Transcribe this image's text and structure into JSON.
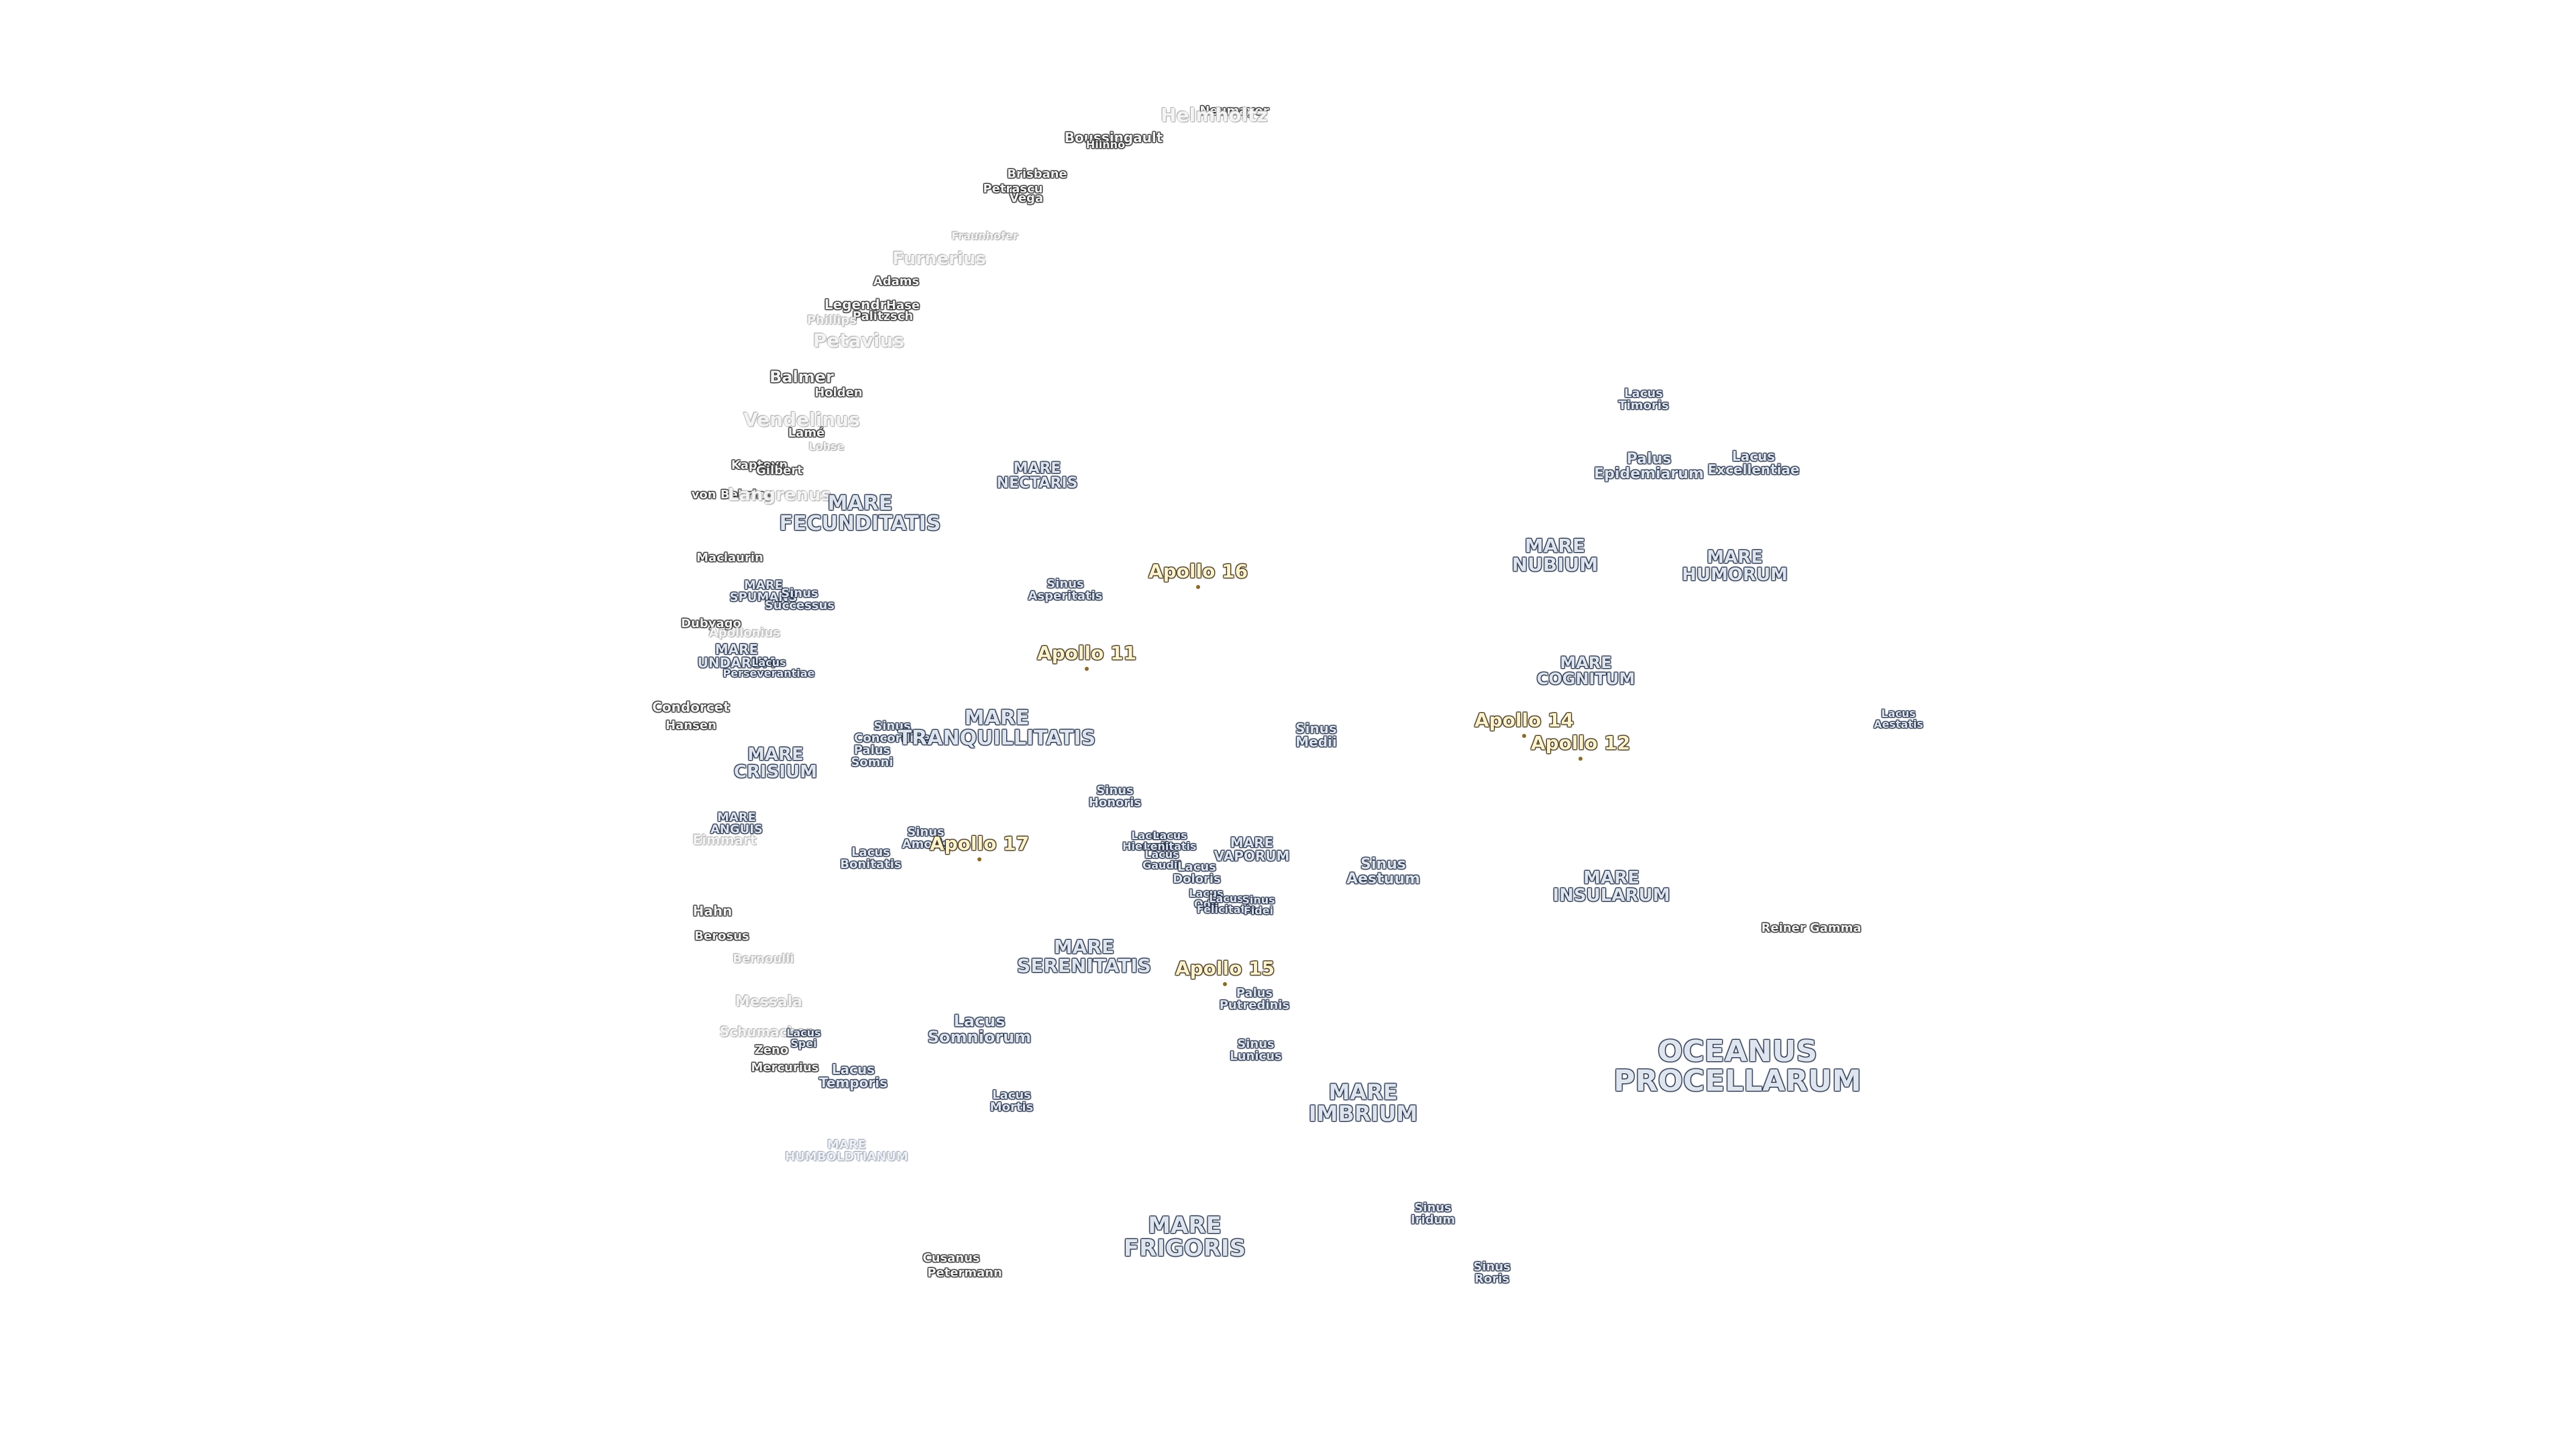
{
  "labels": [
    {
      "text": "Neumayer",
      "kind": "crater"
    },
    {
      "text": "Helmholtz",
      "kind": "crater-faint"
    },
    {
      "text": "Boussingault",
      "kind": "crater"
    },
    {
      "text": "Hiinno",
      "kind": "crater"
    },
    {
      "text": "Brisbane",
      "kind": "crater"
    },
    {
      "text": "Petrascu",
      "kind": "crater"
    },
    {
      "text": "Vega",
      "kind": "crater"
    },
    {
      "text": "Fraunhofer",
      "kind": "crater-faint"
    },
    {
      "text": "Furnerius",
      "kind": "crater-faint"
    },
    {
      "text": "Adams",
      "kind": "crater"
    },
    {
      "text": "Legendre",
      "kind": "crater"
    },
    {
      "text": "Hase",
      "kind": "crater"
    },
    {
      "text": "Palitzsch",
      "kind": "crater"
    },
    {
      "text": "Phillips",
      "kind": "crater-faint"
    },
    {
      "text": "Petavius",
      "kind": "crater-faint"
    },
    {
      "text": "Balmer",
      "kind": "crater"
    },
    {
      "text": "Holden",
      "kind": "crater"
    },
    {
      "text": "Vendelinus",
      "kind": "crater-faint"
    },
    {
      "text": "Lamé",
      "kind": "crater"
    },
    {
      "text": "Lohse",
      "kind": "crater-faint"
    },
    {
      "text": "Kapteyn",
      "kind": "crater"
    },
    {
      "text": "Gilbert",
      "kind": "crater"
    },
    {
      "text": "von Behring",
      "kind": "crater"
    },
    {
      "text": "Langrenus",
      "kind": "crater-faint"
    },
    {
      "text": "Maclaurin",
      "kind": "crater"
    },
    {
      "text": "Dubyago",
      "kind": "crater"
    },
    {
      "text": "Apollonius",
      "kind": "crater-faint"
    },
    {
      "text": "Condorcet",
      "kind": "crater"
    },
    {
      "text": "Hansen",
      "kind": "crater"
    },
    {
      "text": "Eimmart",
      "kind": "crater-faint"
    },
    {
      "text": "Hahn",
      "kind": "crater"
    },
    {
      "text": "Berosus",
      "kind": "crater"
    },
    {
      "text": "Bernoulli",
      "kind": "crater-faint"
    },
    {
      "text": "Messala",
      "kind": "crater-faint"
    },
    {
      "text": "Schumacher",
      "kind": "crater-faint"
    },
    {
      "text": "Zeno",
      "kind": "crater"
    },
    {
      "text": "Mercurius",
      "kind": "crater"
    },
    {
      "text": "Cusanus",
      "kind": "crater"
    },
    {
      "text": "Petermann",
      "kind": "crater"
    },
    {
      "text": "Reiner Gamma",
      "kind": "crater"
    },
    {
      "text": "MARE\nFECUNDITATIS",
      "kind": "feature"
    },
    {
      "text": "MARE\nNECTARIS",
      "kind": "feature"
    },
    {
      "text": "MARE\nSPUMANS",
      "kind": "feature"
    },
    {
      "text": "Sinus\nSuccessus",
      "kind": "feature"
    },
    {
      "text": "MARE\nUNDARUM",
      "kind": "feature"
    },
    {
      "text": "Lacus\nPerseverantiae",
      "kind": "feature"
    },
    {
      "text": "MARE\nCRISIUM",
      "kind": "feature"
    },
    {
      "text": "Sinus\nConcordiae",
      "kind": "feature"
    },
    {
      "text": "Palus\nSomni",
      "kind": "feature"
    },
    {
      "text": "MARE\nTRANQUILLITATIS",
      "kind": "feature"
    },
    {
      "text": "Sinus\nAsperitatis",
      "kind": "feature"
    },
    {
      "text": "MARE\nANGUIS",
      "kind": "feature"
    },
    {
      "text": "Lacus\nBonitatis",
      "kind": "feature"
    },
    {
      "text": "Sinus\nAmoris",
      "kind": "feature"
    },
    {
      "text": "Sinus\nHonoris",
      "kind": "feature"
    },
    {
      "text": "Lacus\nHiemalis",
      "kind": "feature"
    },
    {
      "text": "Lacus\nLenitatis",
      "kind": "feature"
    },
    {
      "text": "Lacus\nGaudii",
      "kind": "feature"
    },
    {
      "text": "Lacus\nDoloris",
      "kind": "feature"
    },
    {
      "text": "Lacus\nOdii",
      "kind": "feature"
    },
    {
      "text": "Lacus\nFelicitatis",
      "kind": "feature"
    },
    {
      "text": "Sinus\nFidei",
      "kind": "feature"
    },
    {
      "text": "MARE\nVAPORUM",
      "kind": "feature"
    },
    {
      "text": "Sinus\nMedii",
      "kind": "feature"
    },
    {
      "text": "Sinus\nAestuum",
      "kind": "feature"
    },
    {
      "text": "MARE\nSERENITATIS",
      "kind": "feature"
    },
    {
      "text": "Palus\nPutredinis",
      "kind": "feature"
    },
    {
      "text": "Lacus\nSomniorum",
      "kind": "feature"
    },
    {
      "text": "Lacus\nSpei",
      "kind": "feature"
    },
    {
      "text": "Lacus\nTemporis",
      "kind": "feature"
    },
    {
      "text": "Lacus\nMortis",
      "kind": "feature"
    },
    {
      "text": "Sinus\nLunicus",
      "kind": "feature"
    },
    {
      "text": "MARE\nHUMBOLDTIANUM",
      "kind": "feature-faint"
    },
    {
      "text": "MARE\nIMBRIUM",
      "kind": "feature"
    },
    {
      "text": "MARE\nFRIGORIS",
      "kind": "feature"
    },
    {
      "text": "Sinus\nIridum",
      "kind": "feature"
    },
    {
      "text": "Sinus\nRoris",
      "kind": "feature"
    },
    {
      "text": "Lacus\nTimoris",
      "kind": "feature"
    },
    {
      "text": "Palus\nEpidemiarum",
      "kind": "feature"
    },
    {
      "text": "Lacus\nExcellentiae",
      "kind": "feature"
    },
    {
      "text": "MARE\nNUBIUM",
      "kind": "feature"
    },
    {
      "text": "MARE\nHUMORUM",
      "kind": "feature"
    },
    {
      "text": "MARE\nCOGNITUM",
      "kind": "feature"
    },
    {
      "text": "Lacus\nAestatis",
      "kind": "feature"
    },
    {
      "text": "MARE\nINSULARUM",
      "kind": "feature"
    },
    {
      "text": "OCEANUS\nPROCELLARUM",
      "kind": "feature"
    },
    {
      "text": "Apollo 16",
      "kind": "apollo"
    },
    {
      "text": "Apollo 11",
      "kind": "apollo"
    },
    {
      "text": "Apollo 14",
      "kind": "apollo"
    },
    {
      "text": "Apollo 12",
      "kind": "apollo"
    },
    {
      "text": "Apollo 17",
      "kind": "apollo"
    },
    {
      "text": "Apollo 15",
      "kind": "apollo"
    }
  ]
}
